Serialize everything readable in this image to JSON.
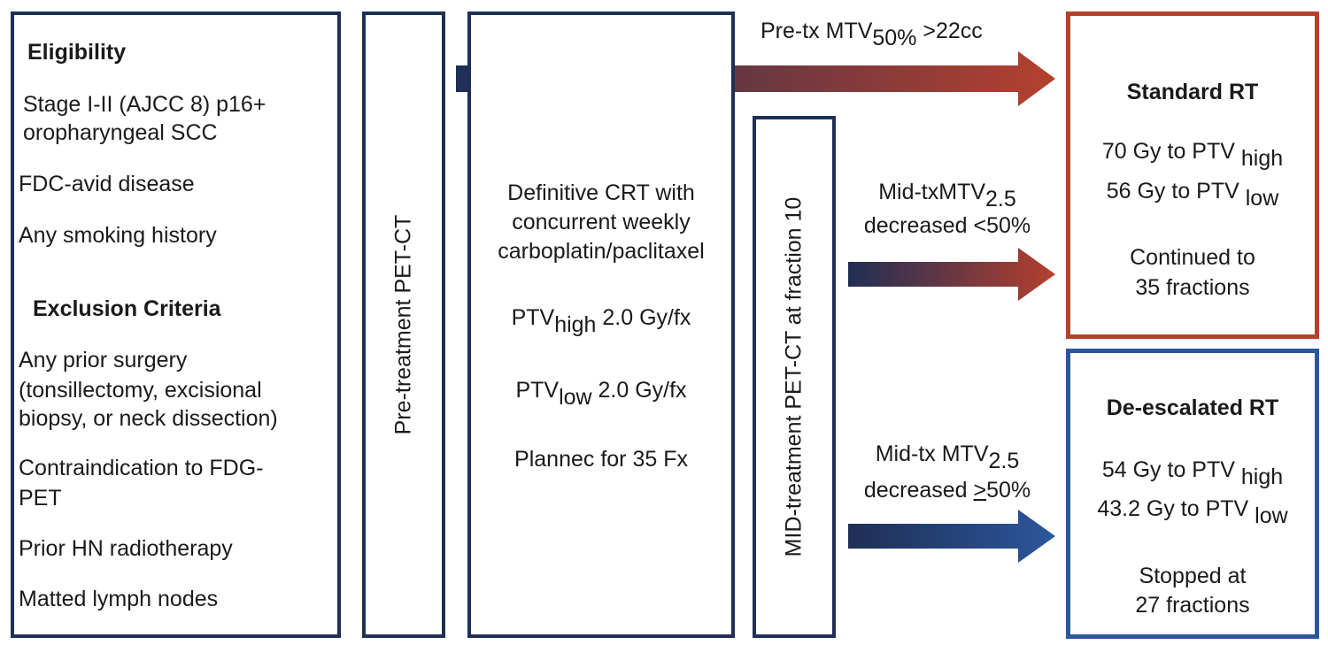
{
  "eligibility": {
    "heading": "Eligibility",
    "items": [
      "Stage I-II (AJCC 8) p16+",
      "oropharyngeal SCC",
      "FDC-avid disease",
      "Any smoking history"
    ]
  },
  "exclusion": {
    "heading": "Exclusion Criteria",
    "items": [
      "Any prior surgery",
      "(tonsillectomy, excisional",
      "biopsy, or neck dissection)",
      "Contraindication to FDG-",
      "PET",
      "Prior HN radiotherapy",
      "Matted lymph nodes"
    ]
  },
  "pre_treatment_label": "Pre-treatment PET-CT",
  "treatment": {
    "line1": "Definitive CRT with",
    "line2": "concurrent weekly",
    "line3": "carboplatin/paclitaxel",
    "ptv_high_main": "PTV",
    "ptv_high_sub": "high",
    "ptv_high_dose": " 2.0 Gy/fx",
    "ptv_low_main": "PTV",
    "ptv_low_sub": "low",
    "ptv_low_dose": " 2.0 Gy/fx",
    "planned": "Plannec for 35 Fx"
  },
  "mid_treatment_label": "MID-treatment PET-CT at fraction 10",
  "arrow_top": {
    "main": "Pre-tx MTV",
    "sub": "50%",
    "rest": " >22cc"
  },
  "arrow_mid": {
    "main": "Mid-txMTV",
    "sub": "2.5",
    "line2": "decreased <50%"
  },
  "arrow_bottom": {
    "main": "Mid-tx MTV",
    "sub": "2.5",
    "line2_pre": "decreased ",
    "line2_ul": ">",
    "line2_post": "50%"
  },
  "standard": {
    "heading": "Standard RT",
    "dose1_main": "70 Gy to PTV ",
    "dose1_sub": "high",
    "dose2_main": "56 Gy to PTV ",
    "dose2_sub": "low",
    "cont1": "Continued to",
    "cont2": "35 fractions"
  },
  "deescalated": {
    "heading": "De-escalated RT",
    "dose1_main": "54 Gy to PTV ",
    "dose1_sub": "high",
    "dose2_main": "43.2 Gy to PTV ",
    "dose2_sub": "low",
    "stop1": "Stopped at",
    "stop2": "27 fractions"
  },
  "colors": {
    "navy": "#1f2f55",
    "red": "#b5402e",
    "blue": "#2c569c"
  }
}
